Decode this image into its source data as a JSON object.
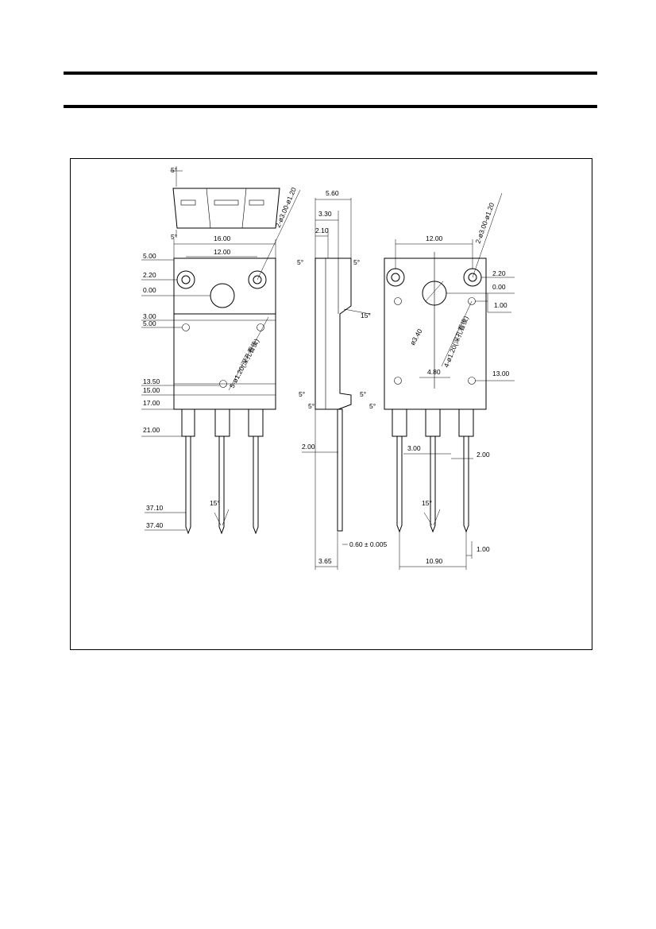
{
  "labels": {
    "angle5": "5°",
    "angle15": "15°",
    "d_16_00": "16.00",
    "d_12_00": "12.00",
    "d_5_60": "5.60",
    "d_3_30": "3.30",
    "d_2_10": "2.10",
    "d_5_00": "5.00",
    "d_2_20": "2.20",
    "d_0_00": "0.00",
    "d_3_00": "3.00",
    "d_13_50": "13.50",
    "d_15_00": "15.00",
    "d_17_00": "17.00",
    "d_21_00": "21.00",
    "d_37_10": "37.10",
    "d_37_40": "37.40",
    "d_2_00": "2.00",
    "d_0_60": "0.60 ± 0.005",
    "d_3_65": "3.65",
    "d_1_00": "1.00",
    "d_4_80": "4.80",
    "d_13_00": "13.00",
    "d_10_90": "10.90",
    "hole2": "2-ø3.00-ø1.20",
    "hole5": "5-ø1.20(深孔看後)",
    "hole4": "4-ø1.20(深孔看後)",
    "dia340": "ø3.40"
  }
}
